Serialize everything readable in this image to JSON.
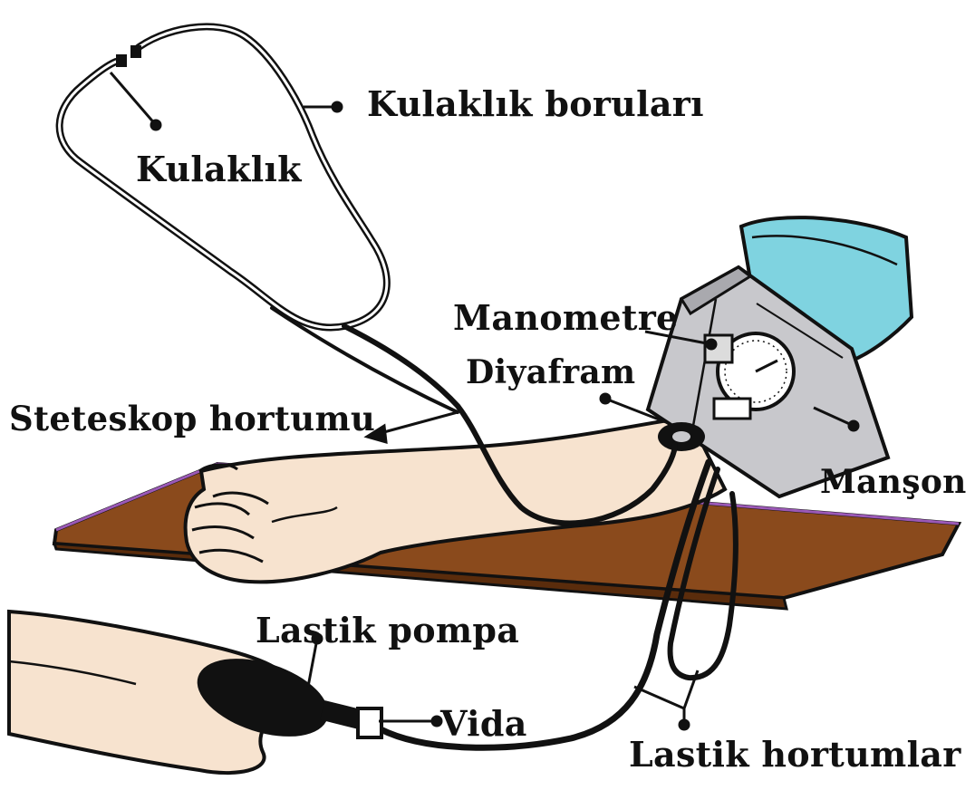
{
  "labels": {
    "kulaklik_borulari": "Kulaklık boruları",
    "kulaklik": "Kulaklık",
    "manometre": "Manometre",
    "diyafram": "Diyafram",
    "steteskop_hortumu": "Steteskop hortumu",
    "manson": "Manşon",
    "lastik_pompa": "Lastik pompa",
    "vida": "Vida",
    "lastik_hortumlar": "Lastik hortumlar"
  },
  "colors": {
    "cuff_top": "#7fd3e0",
    "cuff_body": "#c8c8cc",
    "table_top": "#8a4a1c",
    "table_edge": "#9b59b6",
    "skin": "#f7e3cf",
    "outline": "#111111"
  }
}
